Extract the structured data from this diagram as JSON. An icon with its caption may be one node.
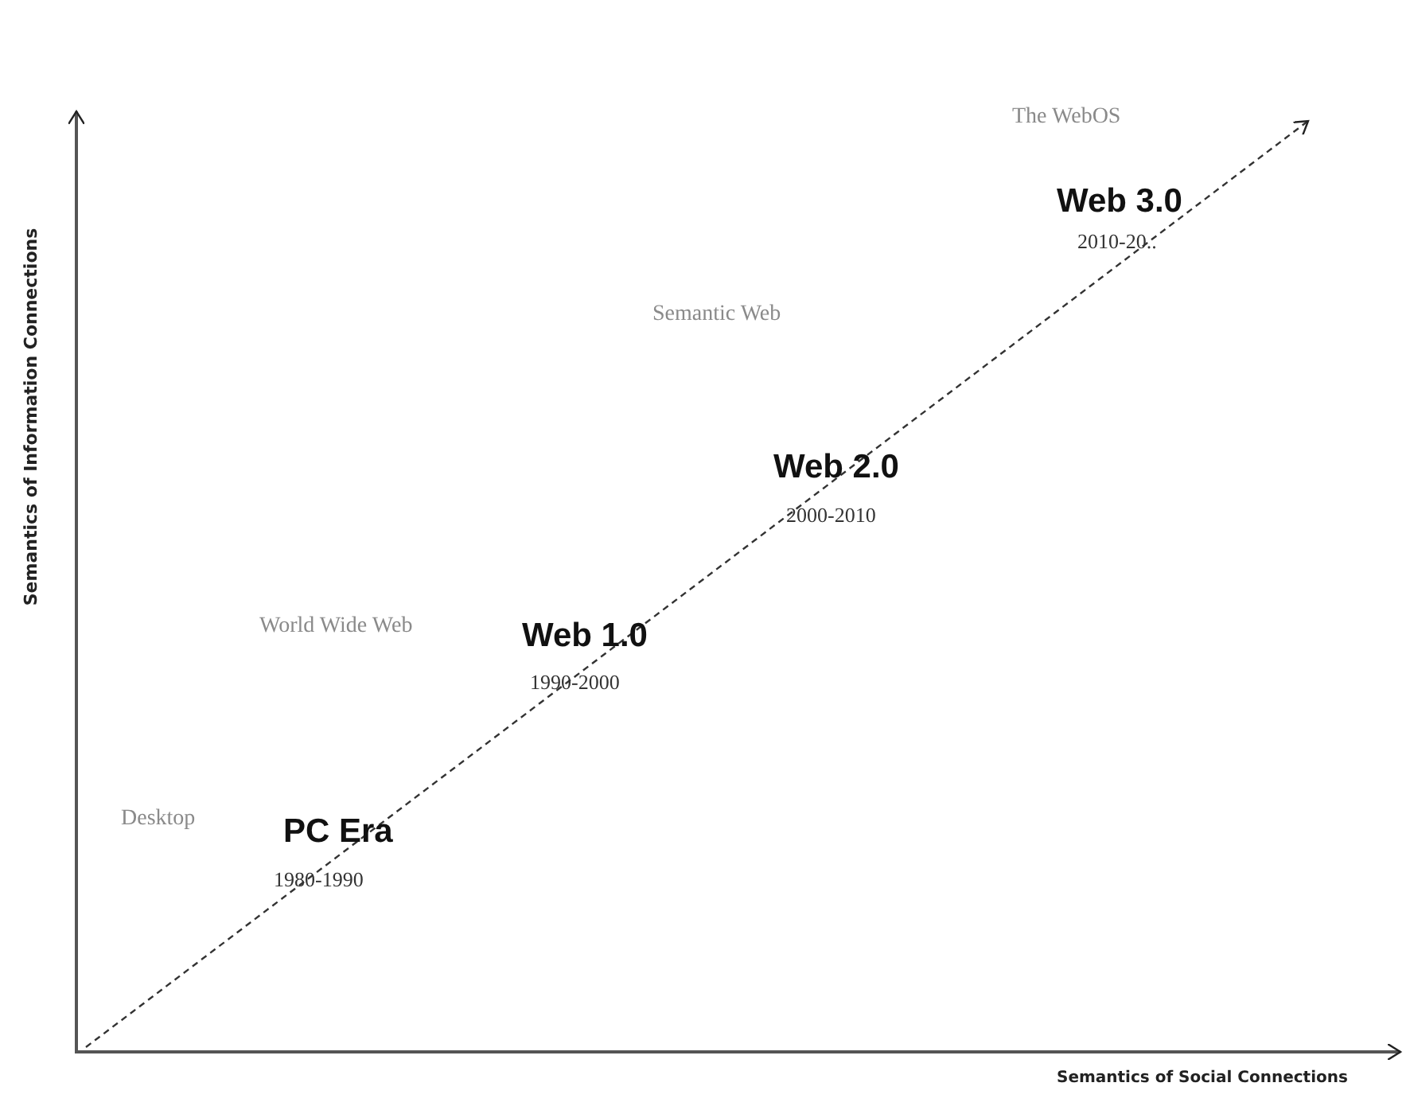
{
  "diagram": {
    "labels": [
      "Semantics of Information Connections",
      "The WebOS",
      "Web 3.0",
      "2010-20..",
      "Semantic Web",
      "Web 2.0",
      "2000-2010",
      "World Wide Web",
      "Web 1.0",
      "1990-2000",
      "Desktop",
      "PC Era",
      "1980-1990",
      "Semantics of Social Connections"
    ]
  }
}
